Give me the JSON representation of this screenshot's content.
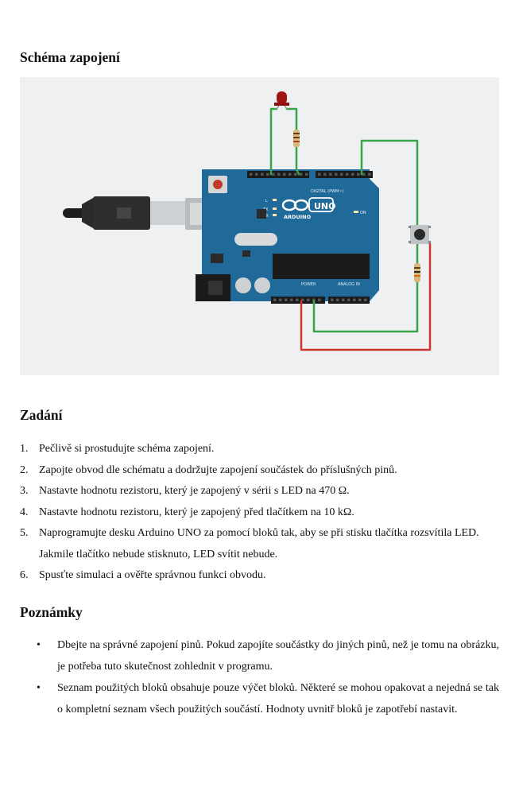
{
  "sections": {
    "schema_title": "Schéma zapojení",
    "task_title": "Zadání",
    "notes_title": "Poznámky"
  },
  "board": {
    "brand": "ARDUINO",
    "model": "UNO",
    "digital_label": "DIGITAL (PWM~)",
    "power_label": "POWER",
    "analog_label": "ANALOG IN",
    "on_label": "ON",
    "l_label": "L",
    "tx_label": "TX",
    "rx_label": "RX"
  },
  "colors": {
    "board": "#1f6a99",
    "wire_green": "#3aa44b",
    "wire_red": "#c9352f",
    "led": "#a31515"
  },
  "tasks": [
    {
      "num": "1.",
      "text": "Pečlivě si prostudujte schéma zapojení."
    },
    {
      "num": "2.",
      "text": "Zapojte obvod dle schématu a dodržujte zapojení součástek do příslušných pinů."
    },
    {
      "num": "3.",
      "text": "Nastavte hodnotu rezistoru, který je zapojený v sérii s LED na 470 Ω."
    },
    {
      "num": "4.",
      "text": "Nastavte hodnotu rezistoru, který je zapojený před tlačítkem na 10 kΩ."
    },
    {
      "num": "5.",
      "text": "Naprogramujte desku Arduino UNO za pomocí bloků tak, aby se při stisku tlačítka rozsvítila LED. Jakmile tlačítko nebude stisknuto, LED svítit nebude."
    },
    {
      "num": "6.",
      "text": "Spusťte simulaci a ověřte správnou funkci obvodu."
    }
  ],
  "notes": [
    {
      "bullet": "•",
      "text": "Dbejte na správné zapojení pinů. Pokud zapojíte součástky do jiných pinů, než je tomu na obrázku, je potřeba tuto skutečnost zohlednit v programu."
    },
    {
      "bullet": "•",
      "text": "Seznam použitých bloků obsahuje pouze výčet bloků. Některé se mohou opakovat a nejedná se tak o kompletní seznam všech použitých součástí. Hodnoty uvnitř bloků je zapotřebí nastavit."
    }
  ]
}
